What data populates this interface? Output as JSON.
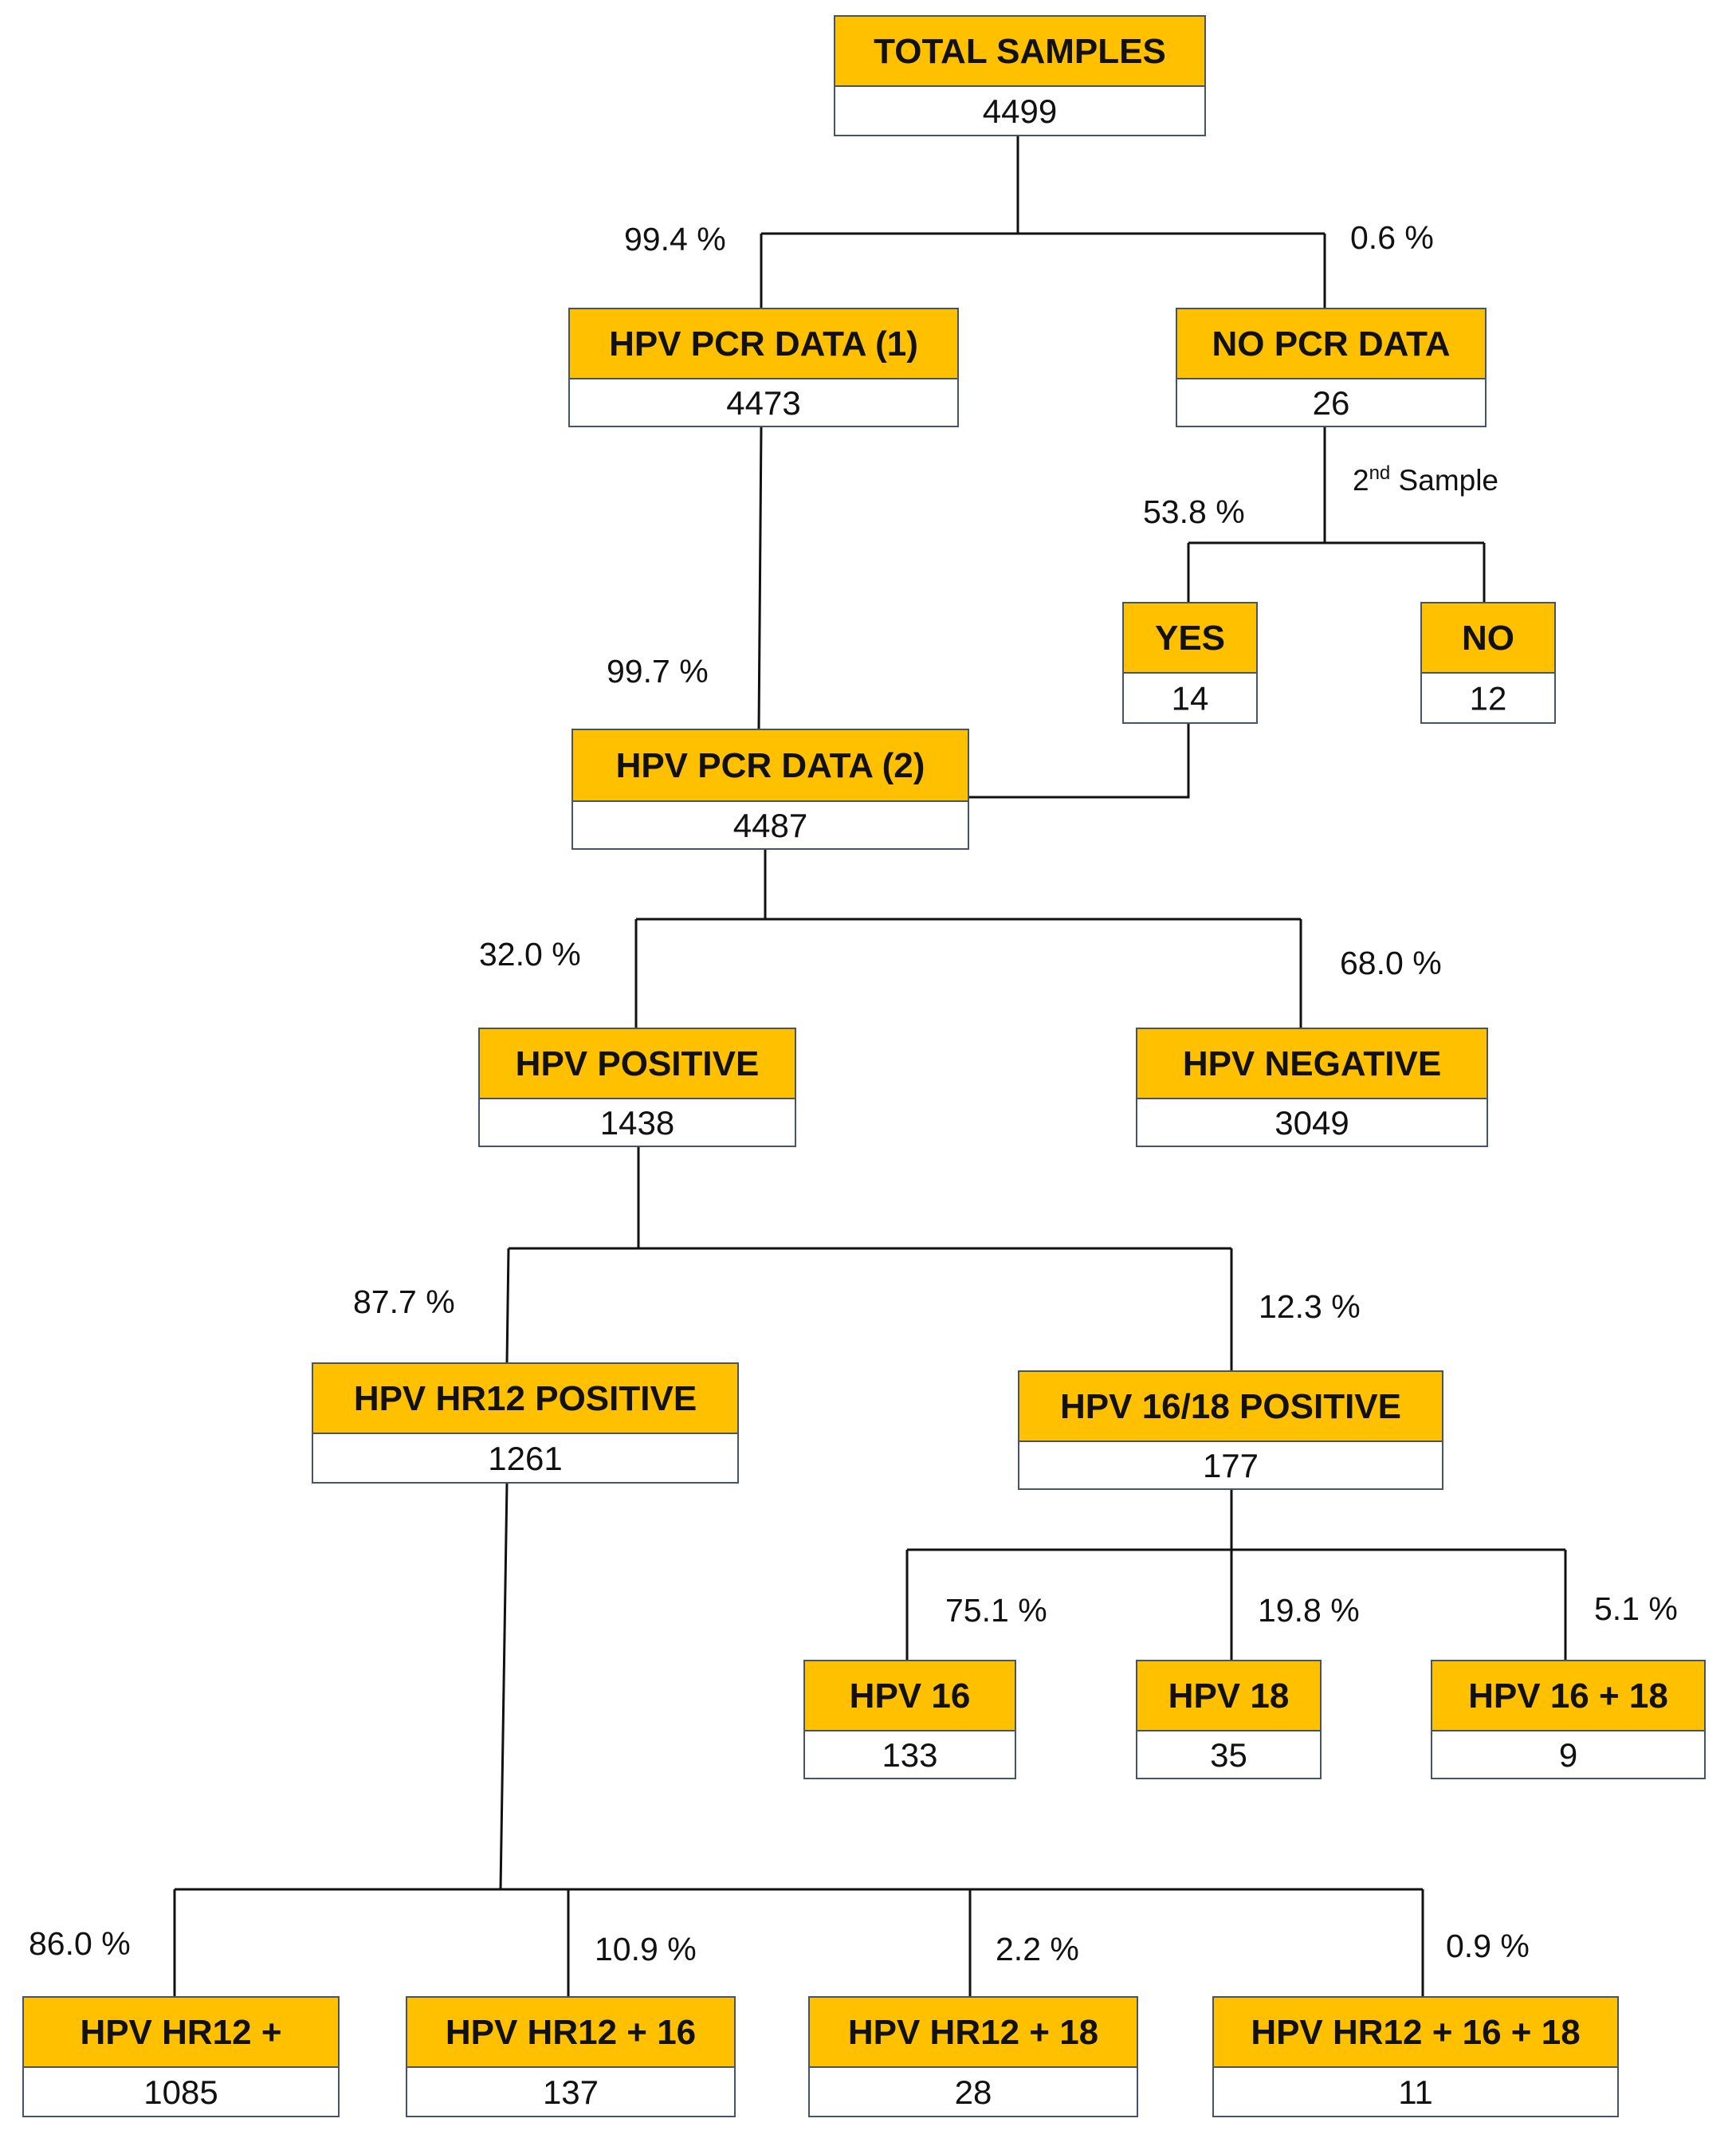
{
  "nodes": {
    "total": {
      "title": "TOTAL SAMPLES",
      "value": "4499"
    },
    "pcr1": {
      "title": "HPV PCR DATA (1)",
      "value": "4473"
    },
    "nopcr": {
      "title": "NO PCR DATA",
      "value": "26"
    },
    "yes": {
      "title": "YES",
      "value": "14"
    },
    "no": {
      "title": "NO",
      "value": "12"
    },
    "pcr2": {
      "title": "HPV PCR DATA (2)",
      "value": "4487"
    },
    "positive": {
      "title": "HPV POSITIVE",
      "value": "1438"
    },
    "negative": {
      "title": "HPV NEGATIVE",
      "value": "3049"
    },
    "hr12pos": {
      "title": "HPV HR12 POSITIVE",
      "value": "1261"
    },
    "pos1618": {
      "title": "HPV 16/18 POSITIVE",
      "value": "177"
    },
    "hpv16": {
      "title": "HPV 16",
      "value": "133"
    },
    "hpv18": {
      "title": "HPV 18",
      "value": "35"
    },
    "hpv16_18": {
      "title": "HPV 16 + 18",
      "value": "9"
    },
    "hr12": {
      "title": "HPV HR12 +",
      "value": "1085"
    },
    "hr12_16": {
      "title": "HPV HR12 + 16",
      "value": "137"
    },
    "hr12_18": {
      "title": "HPV HR12 + 18",
      "value": "28"
    },
    "hr12_16_18": {
      "title": "HPV HR12 + 16 + 18",
      "value": "11"
    }
  },
  "percentages": {
    "pcr1": "99.4 %",
    "nopcr": "0.6 %",
    "yes": "53.8 %",
    "pcr2": "99.7 %",
    "positive": "32.0 %",
    "negative": "68.0 %",
    "hr12pos": "87.7 %",
    "pos1618": "12.3 %",
    "hpv16": "75.1 %",
    "hpv18": "19.8 %",
    "hpv16_18": "5.1 %",
    "hr12": "86.0 %",
    "hr12_16": "10.9 %",
    "hr12_18": "2.2 %",
    "hr12_16_18": "0.9 %"
  },
  "notes": {
    "second_sample_ordinal": "2",
    "second_sample_suffix": "nd",
    "second_sample_text": " Sample"
  },
  "colors": {
    "header_fill": "#FFC000",
    "box_border": "#44546A"
  }
}
